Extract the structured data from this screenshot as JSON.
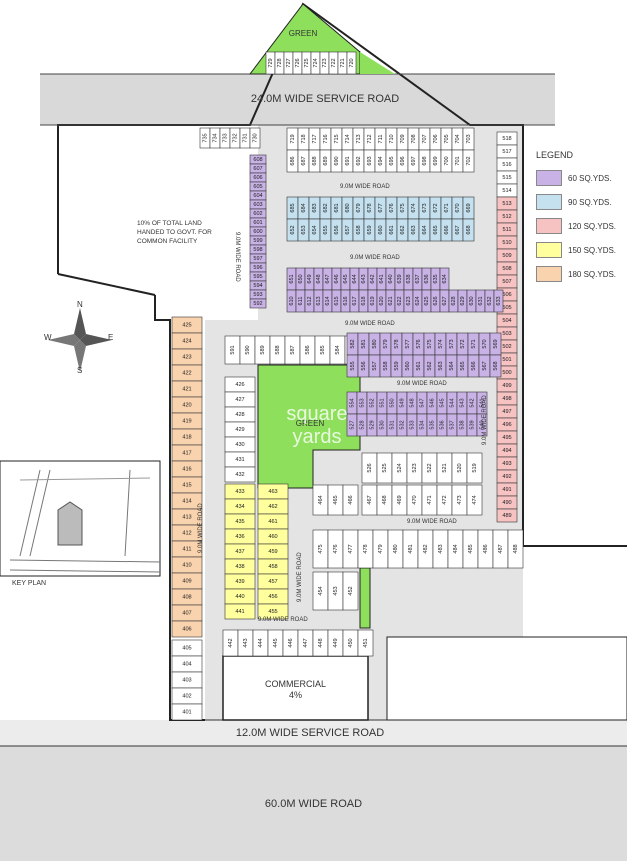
{
  "roads": {
    "road_60": "60.0M WIDE ROAD",
    "road_12": "12.0M WIDE SERVICE ROAD",
    "road_24": "24.0M WIDE SERVICE ROAD",
    "road_9": "9.0M WIDE ROAD",
    "road_9_vertical": "9.0M WIDE ROAD"
  },
  "areas": {
    "green_label": "GREEN",
    "commercial_label": "COMMERCIAL",
    "commercial_pct": "4%",
    "govt_note": [
      "10% OF TOTAL LAND",
      "HANDED TO GOVT. FOR",
      "COMMON FACILITY"
    ],
    "key_plan": "KEY PLAN"
  },
  "compass": {
    "n": "N",
    "s": "S",
    "e": "E",
    "w": "W"
  },
  "watermark": "square yards",
  "legend": {
    "title": "LEGEND",
    "items": [
      {
        "label": "60 SQ.YDS.",
        "color": "#c9b3e6"
      },
      {
        "label": "90 SQ.YDS.",
        "color": "#c5e1ef"
      },
      {
        "label": "120 SQ.YDS.",
        "color": "#f6c2c2"
      },
      {
        "label": "150 SQ.YDS.",
        "color": "#ffff9e"
      },
      {
        "label": "180 SQ.YDS.",
        "color": "#f9d3ae"
      }
    ]
  },
  "colors": {
    "road": "#dcdcdc",
    "green": "#8ee05c",
    "p60": "#c9b3e6",
    "p90": "#c5e1ef",
    "p120": "#f6c2c2",
    "p150": "#ffff9e",
    "p180": "#f9d3ae",
    "white": "#ffffff",
    "line": "#222222"
  }
}
